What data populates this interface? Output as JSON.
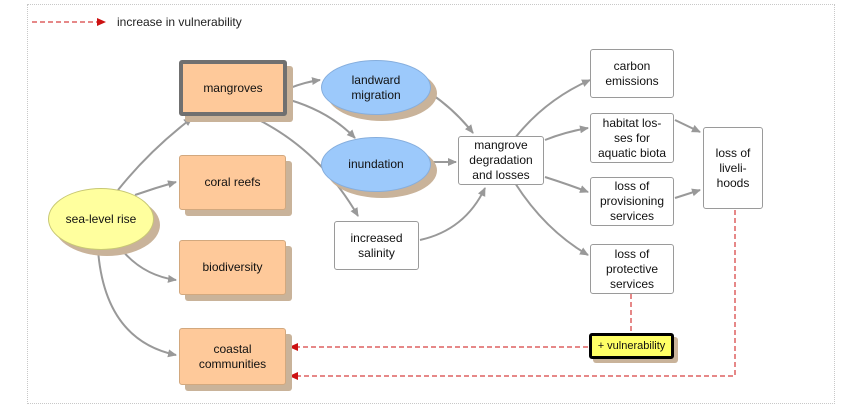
{
  "legend": {
    "label": "increase in vulnerability",
    "line_color": "#cc1111"
  },
  "colors": {
    "primary_nodes": "#fec99a",
    "ellipse_blue": "#9cc9fb",
    "ellipse_yellow": "#ffff9e",
    "highlight": "#ffff66",
    "arrow_gray": "#999999",
    "arrow_red": "#cc1111"
  },
  "nodes": {
    "sea_level_rise": "sea-level rise",
    "mangroves": "mangroves",
    "coral_reefs": "coral reefs",
    "biodiversity": "biodiversity",
    "coastal_communities": "coastal\ncommunities",
    "landward_migration": "landward\nmigration",
    "inundation": "inundation",
    "increased_salinity": "increased\nsalinity",
    "mangrove_degradation": "mangrove\ndegradation\nand losses",
    "carbon_emissions": "carbon\nemissions",
    "habitat_losses": "habitat los-\nses for\naquatic biota",
    "loss_provisioning": "loss of\nprovisioning\nservices",
    "loss_protective": "loss of\nprotective\nservices",
    "loss_livelihoods": "loss of\nliveli-\nhoods",
    "vulnerability": "+ vulnerability"
  }
}
